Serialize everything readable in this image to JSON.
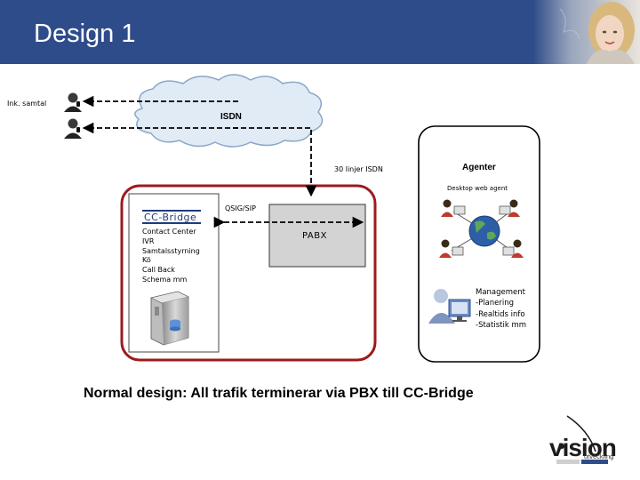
{
  "slide": {
    "title": "Design 1",
    "caption": "Normal design: All trafik terminerar via PBX till CC-Bridge"
  },
  "diagram": {
    "incoming_label": "Ink. samtal",
    "cloud_label": "ISDN",
    "lines_label": "30 linjer ISDN",
    "qsig_label": "QSIG/SIP",
    "pabx_label": "PABX",
    "ccbridge": {
      "logo_text": "CC-Bridge",
      "features": [
        "Contact Center",
        "IVR",
        "Samtalsstyrning",
        "Kö",
        "Call Back",
        "Schema mm"
      ]
    },
    "agents": {
      "title": "Agenter",
      "subtitle": "Desktop web agent"
    },
    "management": {
      "lines": [
        "Management",
        "-Planering",
        "-Realtids info",
        "-Statistik mm"
      ]
    },
    "colors": {
      "header": "#2f4c8a",
      "cc_border": "#9b1c1c",
      "cloud_fill": "#e0ebf6",
      "pabx_fill": "#d3d3d3"
    }
  },
  "logo": {
    "word": "vision",
    "subtitle": "utveckling"
  }
}
